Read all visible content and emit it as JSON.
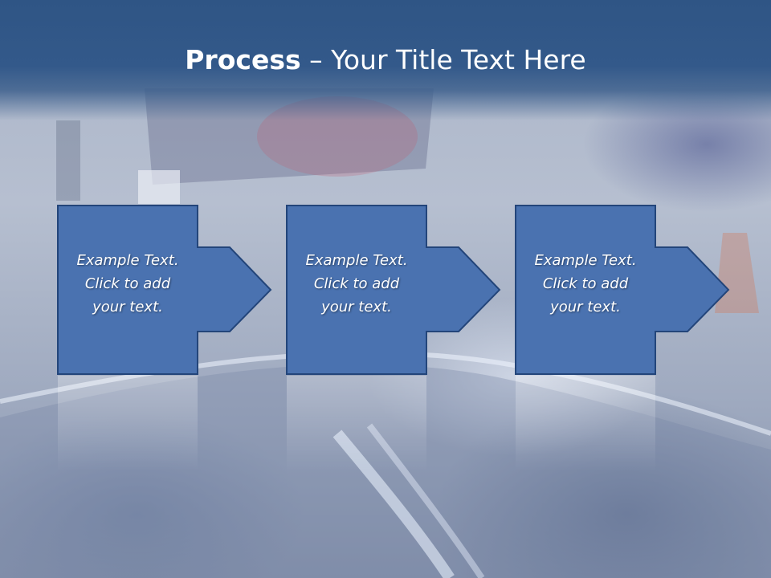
{
  "slide": {
    "title_bold": "Process",
    "title_rest": " – Your Title Text Here",
    "accent_color": "#4a72b0",
    "border_color": "#23457a",
    "title_band_color": "#2f5585"
  },
  "steps": [
    {
      "line1": "Example Text.",
      "line2": "Click  to add",
      "line3": "your text."
    },
    {
      "line1": "Example Text.",
      "line2": "Click  to add",
      "line3": "your text."
    },
    {
      "line1": "Example Text.",
      "line2": "Click  to add",
      "line3": "your text."
    }
  ]
}
